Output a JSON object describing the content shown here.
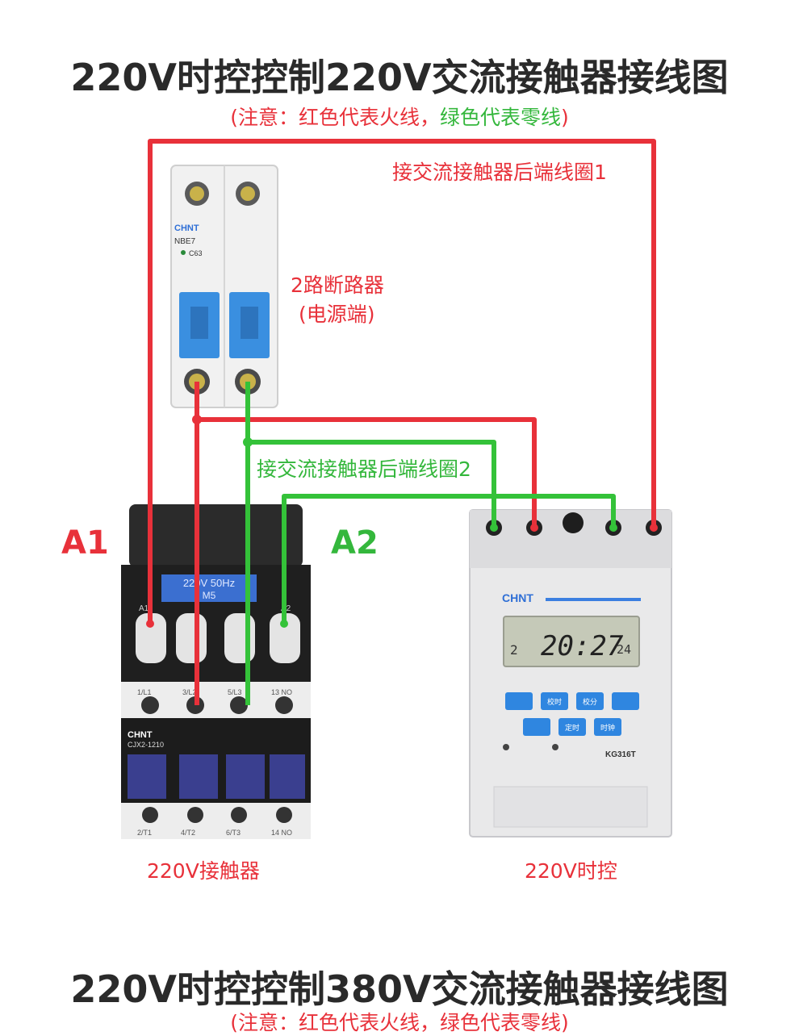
{
  "title_top": "220V时控控制220V交流接触器接线图",
  "note_top": {
    "open": "(注意：",
    "red_part": "红色代表火线，",
    "green_part": "绿色代表零线",
    "close": ")"
  },
  "label_coil1": "接交流接触器后端线圈1",
  "label_coil2": "接交流接触器后端线圈2",
  "breaker": {
    "label_line1": "2路断路器",
    "label_line2": "(电源端)",
    "brand": "CHNT",
    "model": "NBE7",
    "rating": "C63"
  },
  "contactor": {
    "caption": "220V接触器",
    "plate_line1": "220V 50Hz",
    "plate_line2": "M5",
    "brand": "CHNT",
    "model": "CJX2-1210",
    "top_terminals": [
      "1/L1",
      "3/L2",
      "5/L3",
      "13 NO"
    ],
    "bottom_terminals": [
      "2/T1",
      "4/T2",
      "6/T3",
      "14 NO"
    ],
    "coil_a1": "A1",
    "coil_a2": "A2"
  },
  "tag_a1": "A1",
  "tag_a2": "A2",
  "timer": {
    "caption": "220V时控",
    "brand": "CHNT",
    "display_time": "20:27",
    "display_day": "2",
    "display_sub": "24",
    "model": "KG316T",
    "buttons_row1": [
      "",
      "校时",
      "校分",
      ""
    ],
    "buttons_row2": [
      "",
      "定时",
      "时钟"
    ]
  },
  "title_bottom": "220V时控控制380V交流接触器接线图",
  "note_bottom": "(注意：红色代表火线，绿色代表零线)",
  "colors": {
    "live_wire": "#e8313a",
    "neutral_wire": "#34c239",
    "title_text": "#2a2a2a",
    "breaker_handle": "#3a8fe0",
    "contactor_plate": "#3b6fd0",
    "timer_button": "#2f86e0"
  }
}
